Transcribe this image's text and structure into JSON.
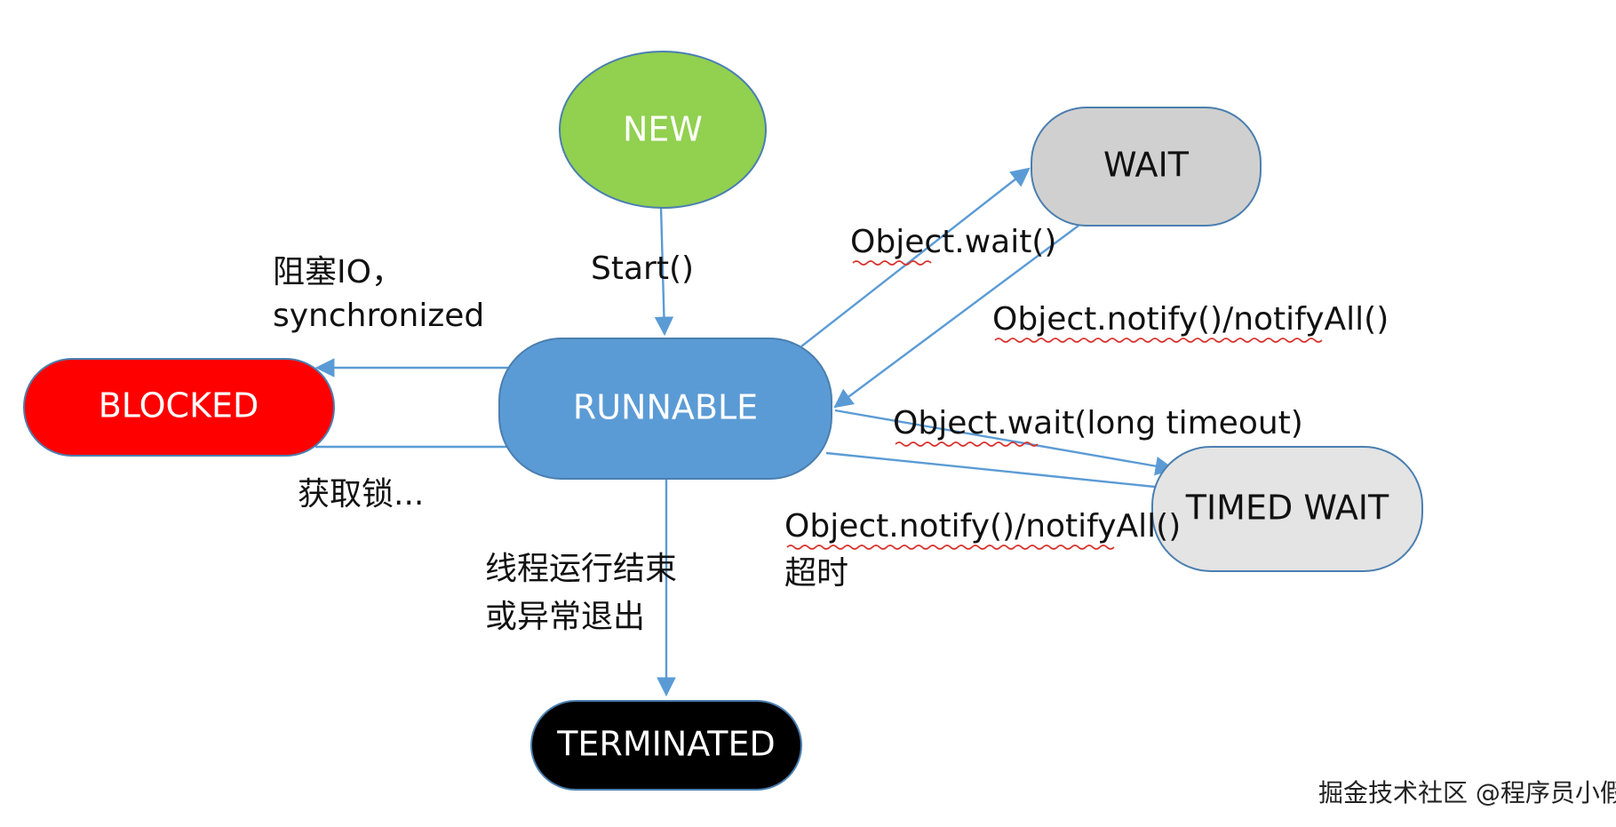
{
  "nodes": {
    "new": {
      "label": "NEW",
      "fill": "#92d050",
      "text_color": "#ffffff"
    },
    "runnable": {
      "label": "RUNNABLE",
      "fill": "#5b9bd5",
      "text_color": "#ffffff"
    },
    "wait": {
      "label": "WAIT",
      "fill": "#d0d0d0",
      "text_color": "#111111"
    },
    "timed_wait": {
      "label": "TIMED WAIT",
      "fill": "#e4e4e4",
      "text_color": "#111111"
    },
    "blocked": {
      "label": "BLOCKED",
      "fill": "#ff0000",
      "text_color": "#ffffff"
    },
    "terminated": {
      "label": "TERMINATED",
      "fill": "#000000",
      "text_color": "#ffffff"
    }
  },
  "edges": {
    "start": "Start()",
    "wait": "Object.wait()",
    "notify_wait": "Object.notify()/notifyAll()",
    "wait_timeout": "Object.wait(long timeout)",
    "notify_timed_line1": "Object.notify()/notifyAll()",
    "notify_timed_line2": "超时",
    "blocked_line1": "阻塞IO，",
    "blocked_line2": "synchronized",
    "acquire_lock": "获取锁...",
    "terminate_line1": "线程运行结束",
    "terminate_line2": "或异常退出"
  },
  "watermark": "掘金技术社区 @程序员小假",
  "colors": {
    "edge": "#5b9bd5",
    "node_border": "#4a7fb0",
    "spellcheck": "#d9302c"
  }
}
